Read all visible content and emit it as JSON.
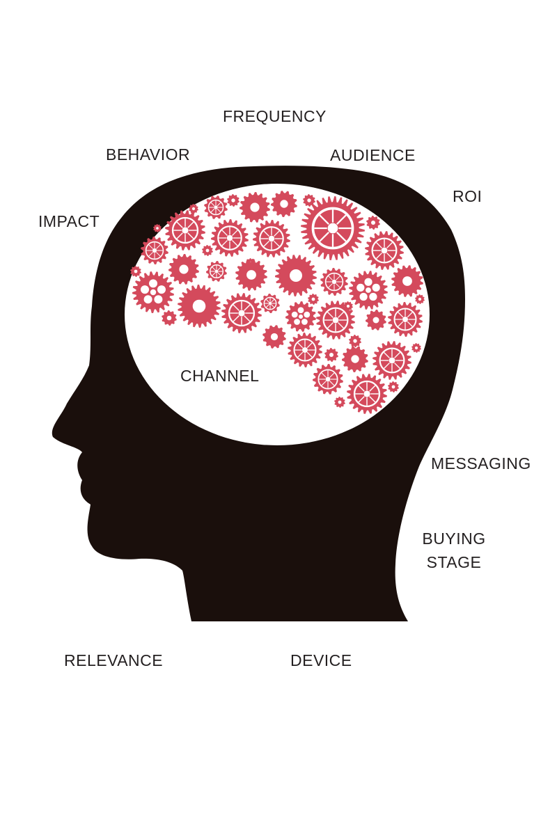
{
  "labels": {
    "frequency": "FREQUENCY",
    "behavior": "BEHAVIOR",
    "audience": "AUDIENCE",
    "roi": "ROI",
    "impact": "IMPACT",
    "channel": "CHANNEL",
    "messaging": "MESSAGING",
    "buying_stage_line1": "BUYING",
    "buying_stage_line2": "STAGE",
    "relevance": "RELEVANCE",
    "device": "DEVICE"
  },
  "colors": {
    "head": "#1a0f0c",
    "gear": "#d44a5c",
    "brain": "#ffffff",
    "text": "#231f20"
  },
  "icons": {
    "head": "human-head-silhouette",
    "gears": "gear-cluster"
  }
}
